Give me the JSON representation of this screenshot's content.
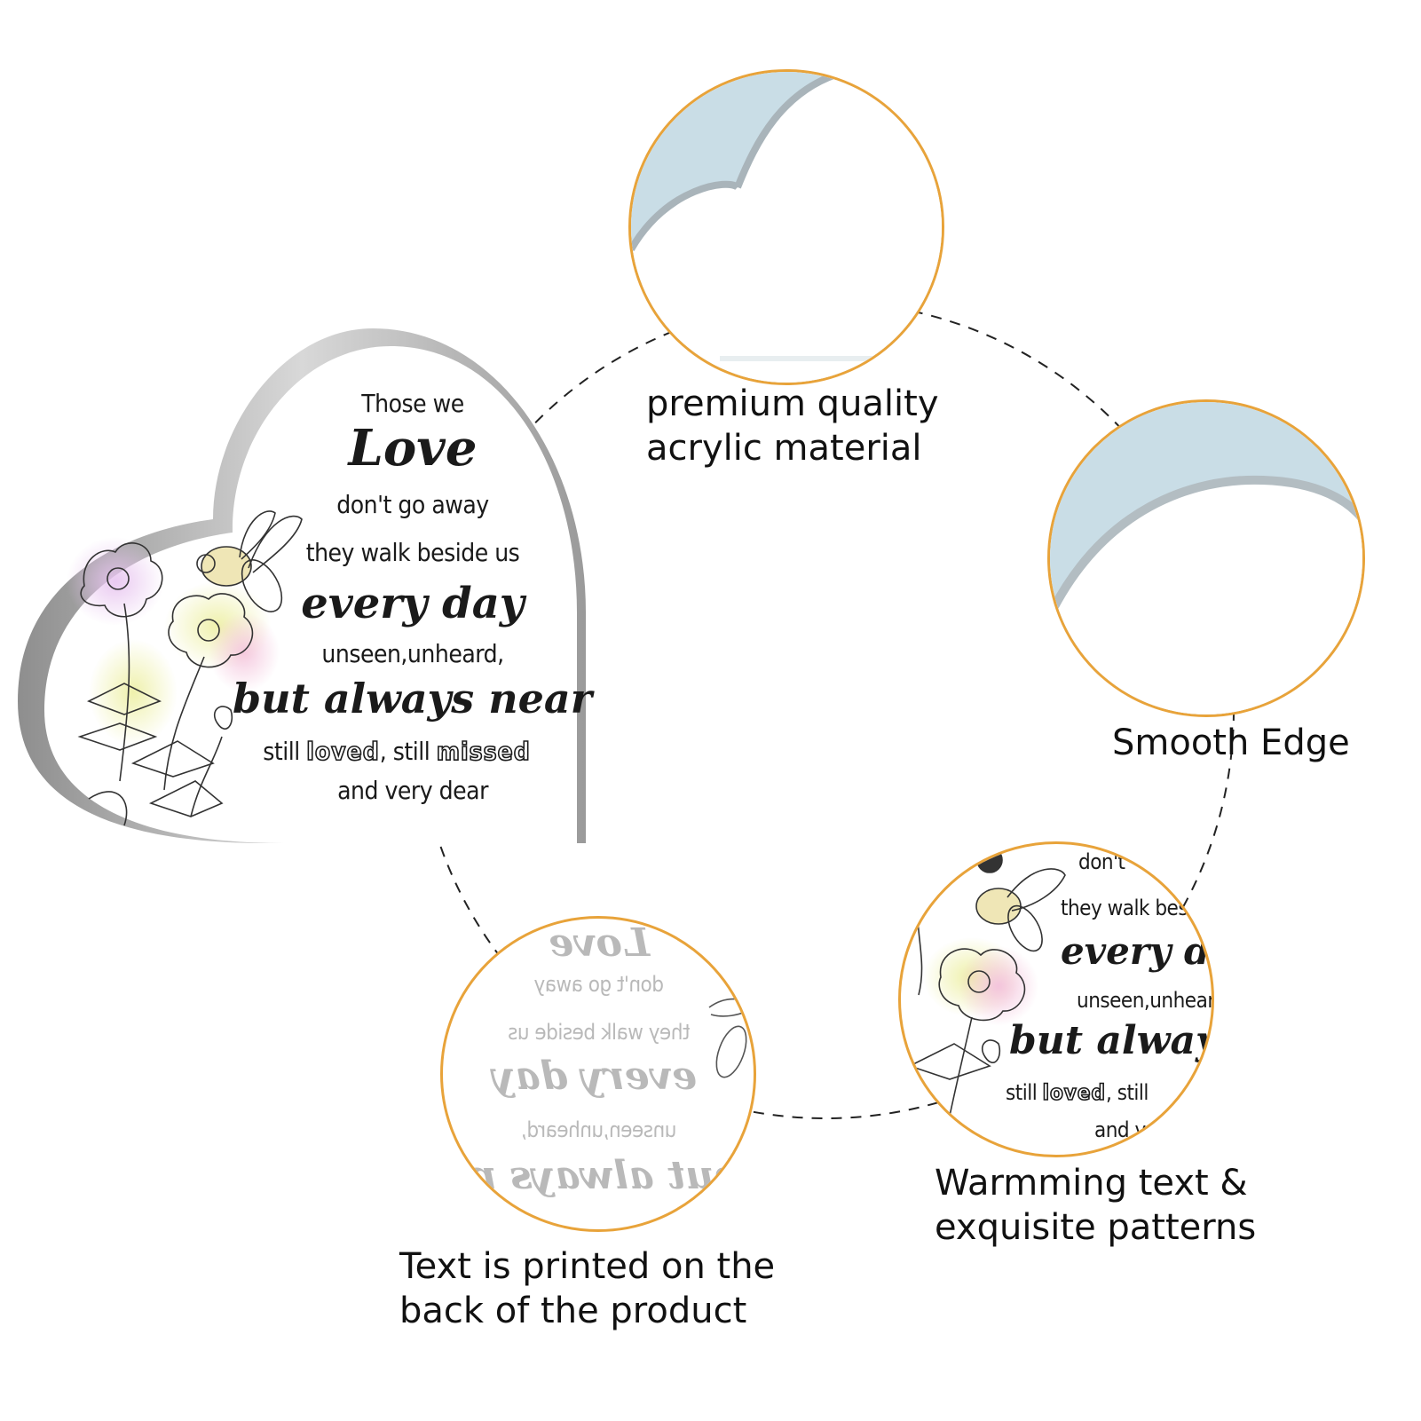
{
  "plaque": {
    "lines": {
      "l1": "Those we",
      "l2": "Love",
      "l3": "don't go away",
      "l4": "they walk beside us",
      "l5": "every day",
      "l6": "unseen,unheard,",
      "l7": "but always near",
      "l8a": "still ",
      "l8b": "loved",
      "l8c": ", still ",
      "l8d": "missed",
      "l9": "and very dear"
    }
  },
  "captions": {
    "material_line1": "premium quality",
    "material_line2": "acrylic material",
    "edge": "Smooth Edge",
    "text_line1": "Warmming text &",
    "text_line2": "exquisite patterns",
    "back_line1": "Text is printed on the",
    "back_line2": "back of the product"
  },
  "zoom_text": {
    "z1": "don't",
    "z2": "they walk bes",
    "z3": "every da",
    "z4": "unseen,unheard",
    "z5": "but always",
    "z6a": "still ",
    "z6b": "loved",
    "z6c": ", still",
    "z7": "and v"
  },
  "mirror_text": {
    "m1": "Love",
    "m2": "don't go away",
    "m3": "they walk beside us",
    "m4": "every day",
    "m5": "unseen,unheard,",
    "m6": "but always near"
  },
  "colors": {
    "accent_ring": "#e8a33a",
    "edge_blue": "#c9dde6",
    "text": "#1a1a1a"
  }
}
